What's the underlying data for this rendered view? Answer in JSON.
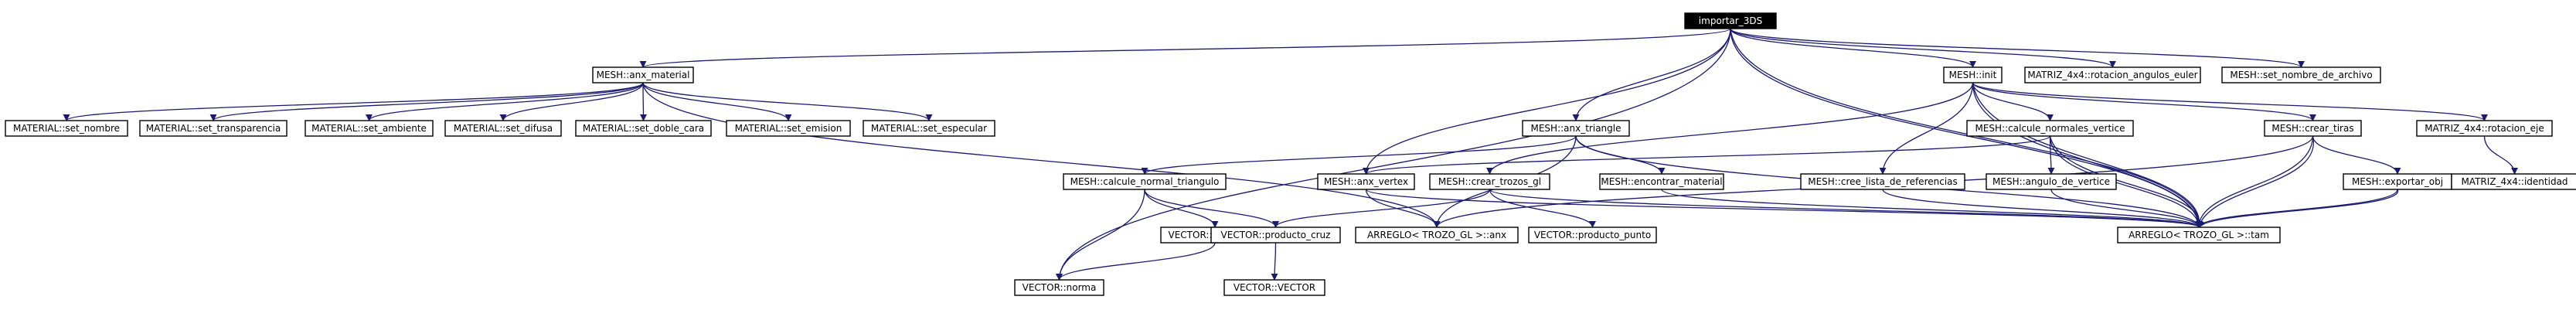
{
  "graph": {
    "colors": {
      "edge": "#1a1a6e",
      "root_fill": "#000000",
      "root_text": "#ffffff",
      "node_fill": "#ffffff",
      "node_border": "#000000"
    },
    "nodes": [
      {
        "id": "root",
        "label": "importar_3DS"
      },
      {
        "id": "anx_material",
        "label": "MESH::anx_material"
      },
      {
        "id": "init",
        "label": "MESH::init"
      },
      {
        "id": "rot_euler",
        "label": "MATRIZ_4x4::rotacion_angulos_euler"
      },
      {
        "id": "set_nombre_archivo",
        "label": "MESH::set_nombre_de_archivo"
      },
      {
        "id": "mat_set_nombre",
        "label": "MATERIAL::set_nombre"
      },
      {
        "id": "mat_set_transp",
        "label": "MATERIAL::set_transparencia"
      },
      {
        "id": "mat_set_ambiente",
        "label": "MATERIAL::set_ambiente"
      },
      {
        "id": "mat_set_difusa",
        "label": "MATERIAL::set_difusa"
      },
      {
        "id": "mat_set_doble",
        "label": "MATERIAL::set_doble_cara"
      },
      {
        "id": "mat_set_emision",
        "label": "MATERIAL::set_emision"
      },
      {
        "id": "mat_set_especular",
        "label": "MATERIAL::set_especular"
      },
      {
        "id": "anx_triangle",
        "label": "MESH::anx_triangle"
      },
      {
        "id": "calc_normales",
        "label": "MESH::calcule_normales_vertice"
      },
      {
        "id": "crear_tiras",
        "label": "MESH::crear_tiras"
      },
      {
        "id": "rot_eje",
        "label": "MATRIZ_4x4::rotacion_eje"
      },
      {
        "id": "calc_normal_tri",
        "label": "MESH::calcule_normal_triangulo"
      },
      {
        "id": "anx_vertex",
        "label": "MESH::anx_vertex"
      },
      {
        "id": "crear_trozos",
        "label": "MESH::crear_trozos_gl"
      },
      {
        "id": "encontrar_mat",
        "label": "MESH::encontrar_material"
      },
      {
        "id": "cree_lista",
        "label": "MESH::cree_lista_de_referencias"
      },
      {
        "id": "angulo_vert",
        "label": "MESH::angulo_de_vertice"
      },
      {
        "id": "exportar_obj",
        "label": "MESH::exportar_obj"
      },
      {
        "id": "identidad",
        "label": "MATRIZ_4x4::identidad"
      },
      {
        "id": "vec_normalizar",
        "label": "VECTOR::normalizar"
      },
      {
        "id": "vec_cruz",
        "label": "VECTOR::producto_cruz"
      },
      {
        "id": "arr_anx",
        "label": "ARREGLO< TROZO_GL >::anx"
      },
      {
        "id": "vec_punto",
        "label": "VECTOR::producto_punto"
      },
      {
        "id": "arr_tam",
        "label": "ARREGLO< TROZO_GL >::tam"
      },
      {
        "id": "vec_norma",
        "label": "VECTOR::norma"
      },
      {
        "id": "vec_vector",
        "label": "VECTOR::VECTOR"
      }
    ]
  }
}
